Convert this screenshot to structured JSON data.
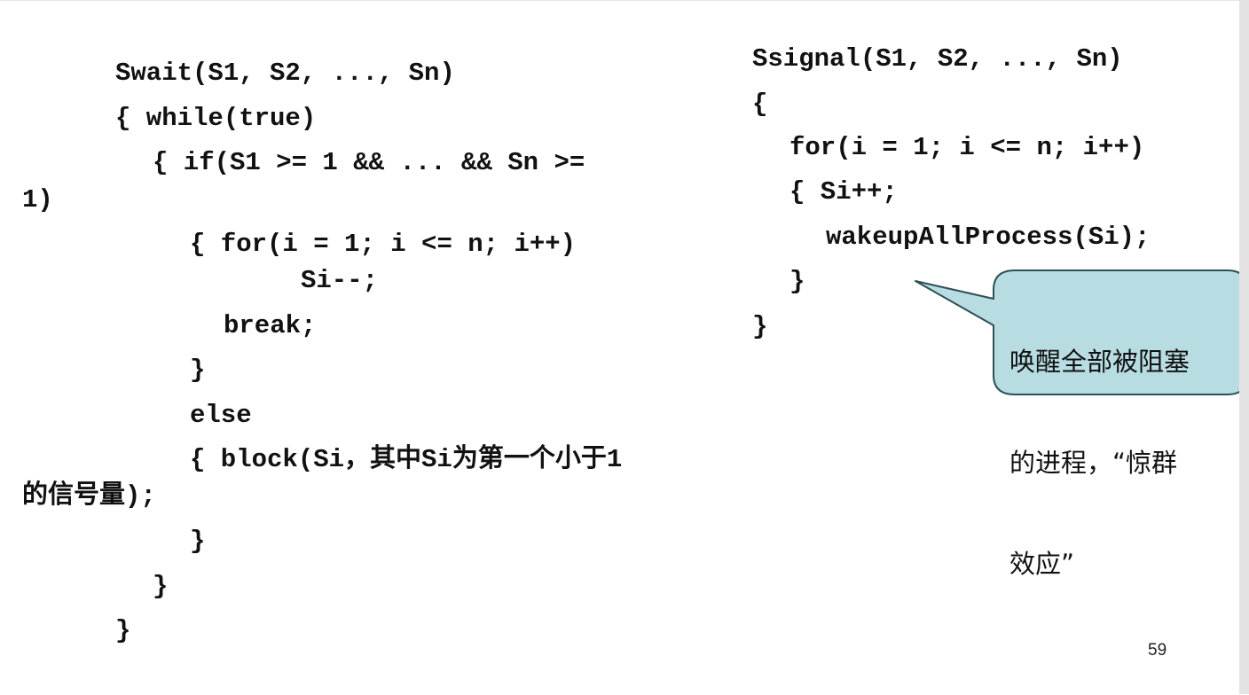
{
  "left_code": [
    "Swait(S1, S2, ..., Sn)",
    "{ while(true)",
    "{ if(S1 >= 1 && ... && Sn >=",
    "1)",
    "{ for(i = 1; i <= n; i++)",
    "Si--;",
    "break;",
    "}",
    "else",
    "{ block(Si，其中Si为第一个小于1",
    "的信号量);",
    "}",
    "}",
    "}"
  ],
  "right_code": [
    "Ssignal(S1, S2, ..., Sn)",
    "{",
    "for(i = 1; i <= n; i++)",
    "{ Si++;",
    "wakeupAllProcess(Si);",
    "}",
    "}"
  ],
  "callout": {
    "text_lines": [
      "唤醒全部被阻塞",
      "的进程，“惊群",
      "效应”"
    ],
    "fill_color": "#b7dde3",
    "border_color": "#2f4f56"
  },
  "page_number": "59"
}
